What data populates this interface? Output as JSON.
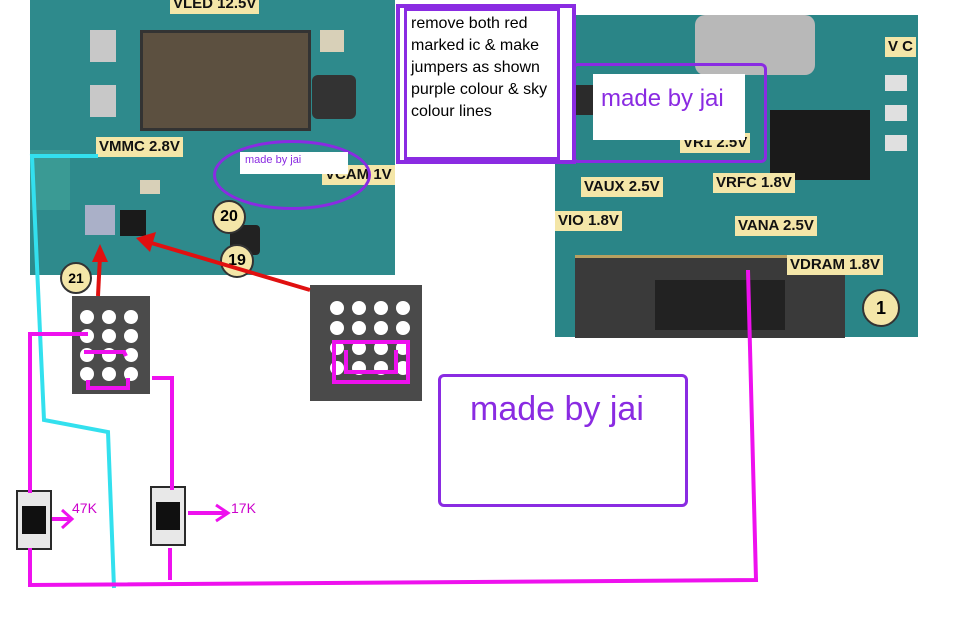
{
  "note": {
    "text": "remove both red marked ic & make jumpers as shown purple colour & sky colour lines"
  },
  "watermarks": {
    "top_right": "made by jai",
    "small": "made by  jai",
    "big": "made by jai"
  },
  "board_labels": {
    "vled": "VLED 12.5V",
    "vmmc": "VMMC 2.8V",
    "vcam": "VCAM 1V",
    "badge_20": "20",
    "badge_19": "19",
    "badge_21": "21",
    "vr1": "VR1 2.5V",
    "vc": "V C",
    "vaux": "VAUX 2.5V",
    "vrfc": "VRFC 1.8V",
    "vio": "VIO 1.8V",
    "vana": "VANA 2.5V",
    "vdram": "VDRAM 1.8V",
    "badge_1": "1"
  },
  "resistors": {
    "left": "47K",
    "right": "17K"
  },
  "colors": {
    "purple_line": "#ee11ee",
    "sky_line": "#33e0ee",
    "red_arrow": "#e01010",
    "box_violet": "#8a2be2",
    "pcb": "#2e8a8c"
  }
}
